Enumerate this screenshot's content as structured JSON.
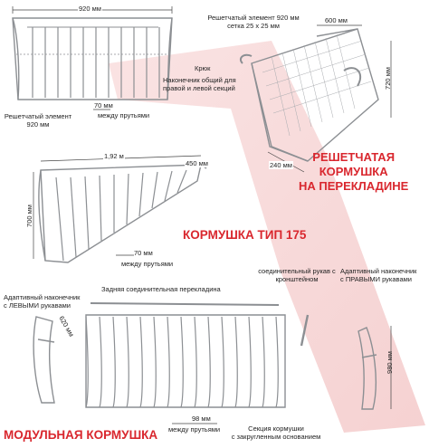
{
  "colors": {
    "accent_red": "#d9272e",
    "steel": "#8c8f93",
    "highlight_band": "#f4c2c2"
  },
  "top_left": {
    "dim_width": "920 мм",
    "grid_label": "Решетчатый элемент\n920 мм",
    "spacing": "70 мм",
    "spacing_note": "между прутьями",
    "tip_note": "Наконечник общий для\nправой и левой секций"
  },
  "top_right": {
    "grid_label": "Решетчатый элемент 920 мм\nсетка 25 х 25 мм",
    "hook": "Крюк",
    "dim_600": "600 мм",
    "dim_720": "720 мм",
    "dim_240": "240 мм",
    "title": "РЕШЕТЧАТАЯ\nКОРМУШКА\nНА ПЕРЕКЛАДИНЕ"
  },
  "middle": {
    "dim_width": "1,92 м",
    "dim_450": "450 мм",
    "dim_700": "700 мм",
    "spacing": "70 мм",
    "spacing_note": "между прутьями",
    "title": "КОРМУШКА ТИП 175"
  },
  "bottom": {
    "rear_bar": "Задняя соединительная перекладина",
    "left_tip": "Адаптивный наконечник\nс ЛЕВЫМИ рукавами",
    "dim_620": "620 мм",
    "sleeve": "соединительный рукав с\nкронштейном",
    "right_tip": "Адаптивный наконечник\nс ПРАВЫМИ рукавами",
    "dim_980": "980 мм",
    "spacing": "98 мм",
    "spacing_note": "между прутьями",
    "section": "Секция кормушки\nс закругленным основанием",
    "title": "МОДУЛЬНАЯ КОРМУШКА"
  }
}
